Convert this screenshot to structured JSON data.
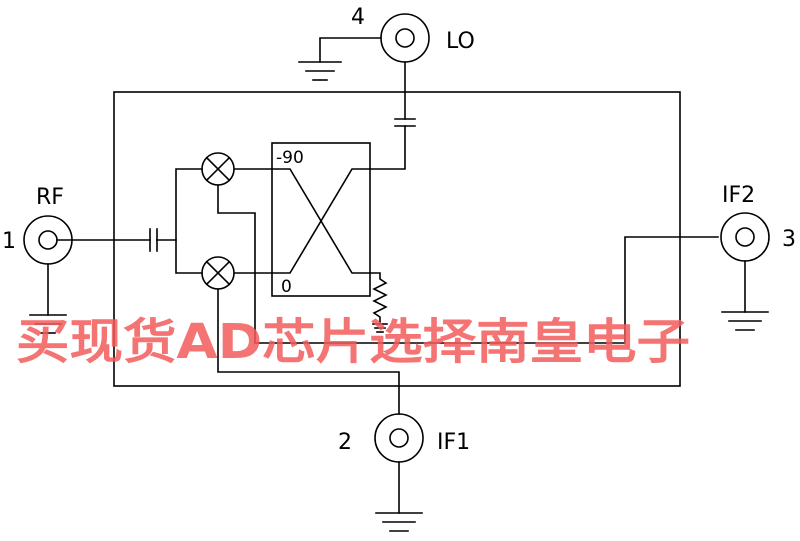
{
  "ports": {
    "rf": {
      "pin": "1",
      "label": "RF"
    },
    "if1": {
      "pin": "2",
      "label": "IF1"
    },
    "if2": {
      "pin": "3",
      "label": "IF2"
    },
    "lo": {
      "pin": "4",
      "label": "LO"
    }
  },
  "hybrid": {
    "top_label": "-90",
    "bottom_label": "0"
  },
  "watermark": {
    "text": "买现货AD芯片选择南皇电子",
    "color": "#f25a5a"
  },
  "colors": {
    "line": "#000000",
    "background": "#ffffff"
  }
}
